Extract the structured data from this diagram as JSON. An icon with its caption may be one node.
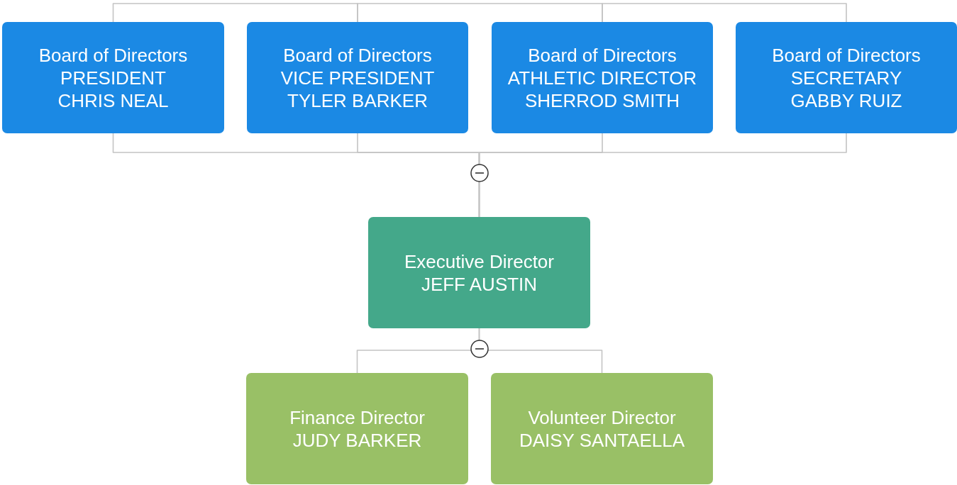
{
  "diagram": {
    "nodes": [
      {
        "text": [
          "Board of Directors",
          "PRESIDENT",
          "CHRIS NEAL"
        ]
      },
      {
        "text": [
          "Board of Directors",
          "VICE PRESIDENT",
          "TYLER BARKER"
        ]
      },
      {
        "text": [
          "Board of Directors",
          "ATHLETIC DIRECTOR",
          "SHERROD SMITH"
        ]
      },
      {
        "text": [
          "Board of Directors",
          "SECRETARY",
          "GABBY RUIZ"
        ]
      },
      {
        "text": [
          "Executive Director",
          "JEFF AUSTIN"
        ]
      },
      {
        "text": [
          "Finance Director",
          "JUDY BARKER"
        ]
      },
      {
        "text": [
          "Volunteer Director",
          "DAISY SANTAELLA"
        ]
      }
    ],
    "edges": [
      {
        "from": 0,
        "to": 1,
        "arrow": "none"
      },
      {
        "from": 1,
        "to": 2,
        "arrow": "none"
      },
      {
        "from": 2,
        "to": 3,
        "arrow": "none"
      },
      {
        "from": 0,
        "to": 4,
        "arrow": "none"
      },
      {
        "from": 1,
        "to": 4,
        "arrow": "none"
      },
      {
        "from": 2,
        "to": 4,
        "arrow": "none"
      },
      {
        "from": 3,
        "to": 4,
        "arrow": "none"
      },
      {
        "from": 4,
        "to": 5,
        "arrow": "none"
      },
      {
        "from": 4,
        "to": 6,
        "arrow": "none"
      }
    ]
  }
}
